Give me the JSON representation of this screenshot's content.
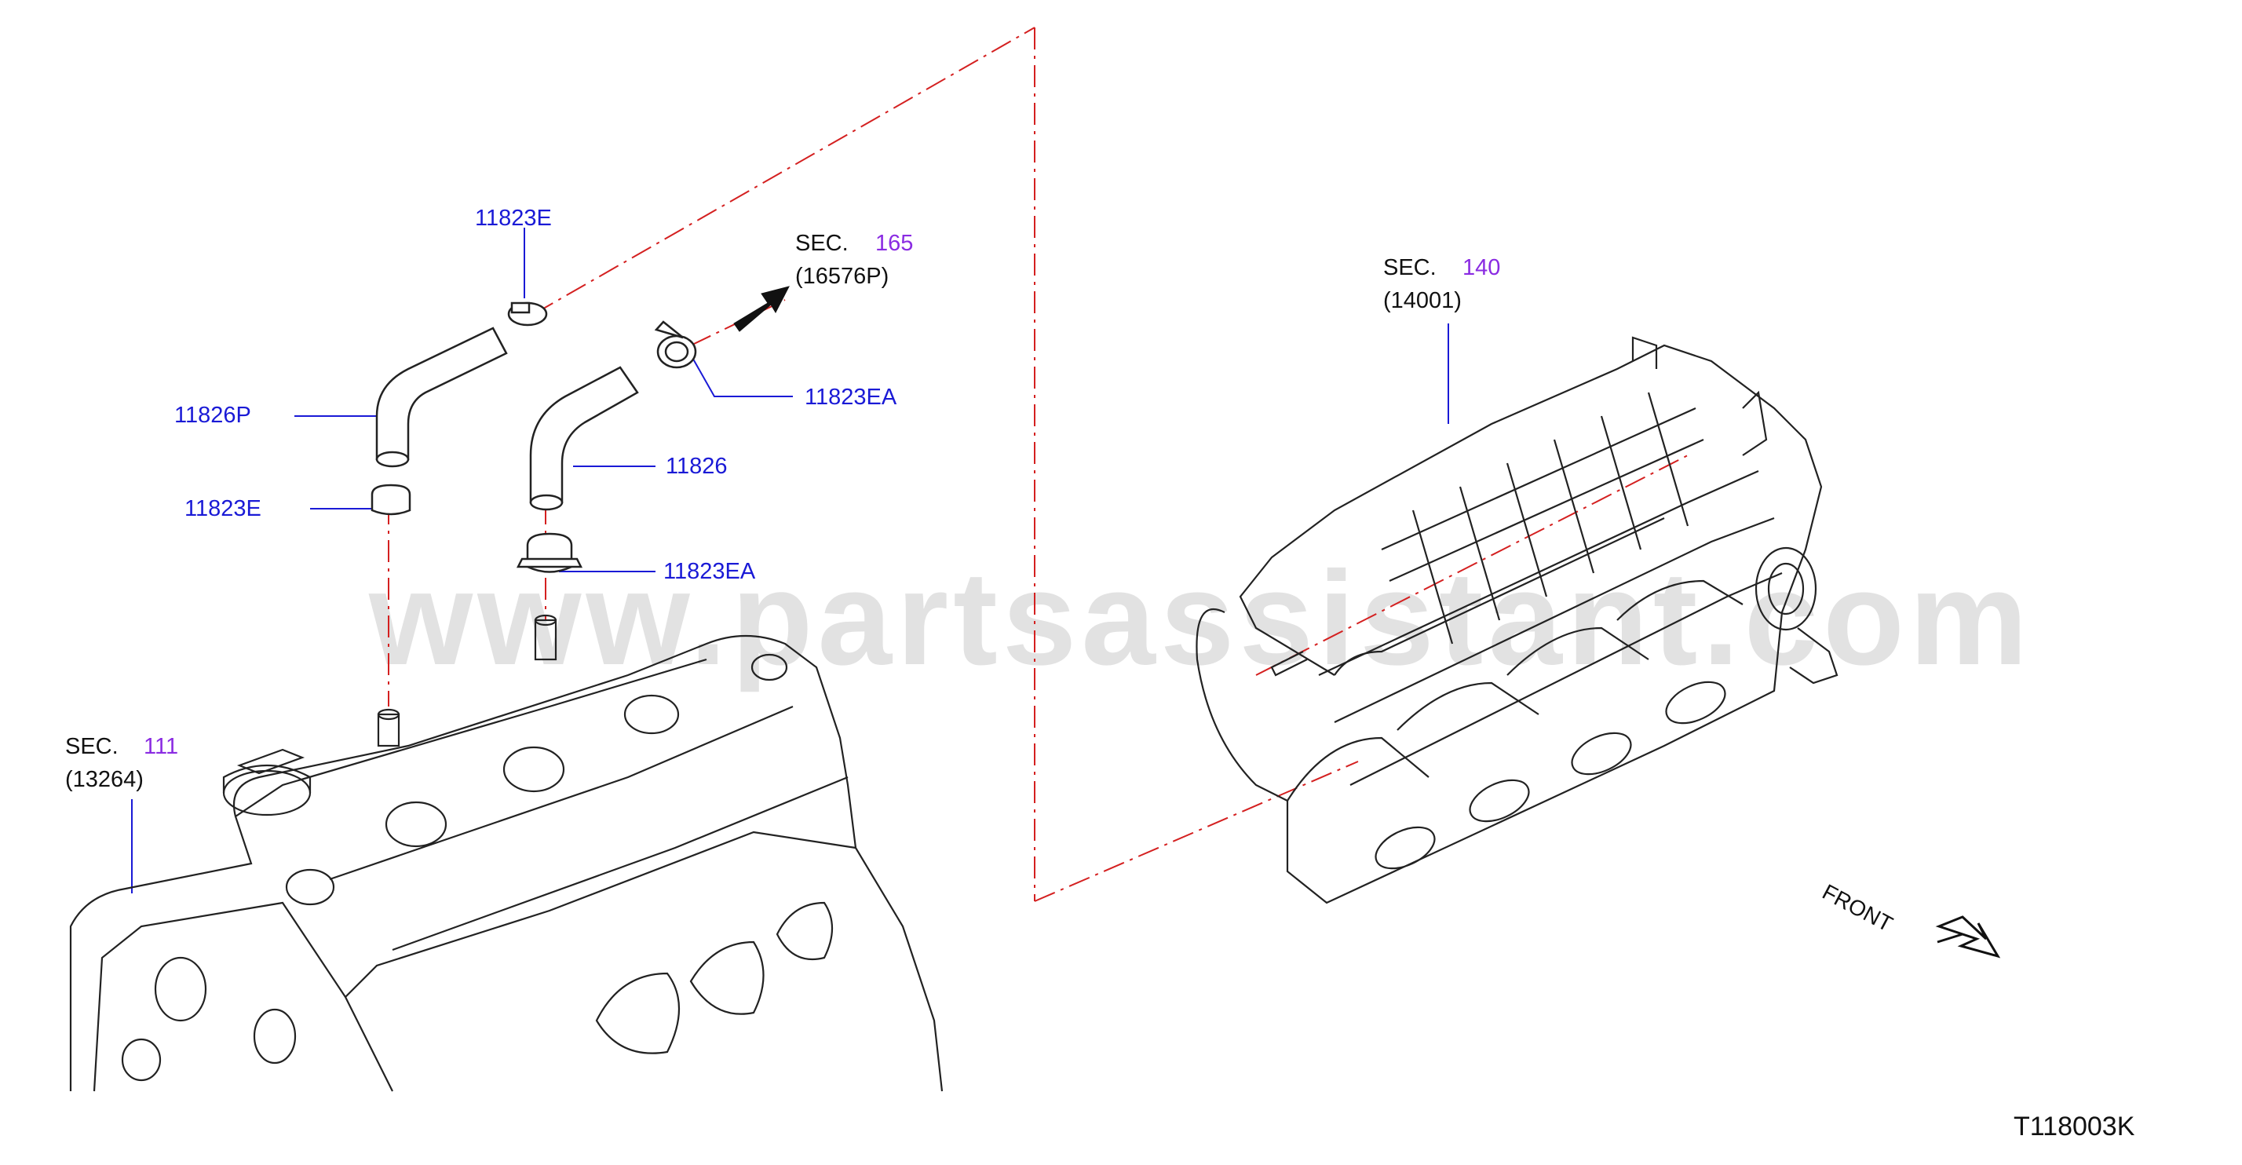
{
  "watermark": "www.partsassistant.com",
  "diagram_code": "T118003K",
  "front_label": "FRONT",
  "sections": [
    {
      "id": "sec-165",
      "prefix": "SEC.",
      "number": "165",
      "ref": "(16576P)"
    },
    {
      "id": "sec-140",
      "prefix": "SEC.",
      "number": "140",
      "ref": "(14001)"
    },
    {
      "id": "sec-111",
      "prefix": "SEC.",
      "number": "111",
      "ref": "(13264)"
    }
  ],
  "parts": [
    {
      "id": "clamp-top-left",
      "number": "11823E"
    },
    {
      "id": "hose-left",
      "number": "11826P"
    },
    {
      "id": "clamp-bottom-left",
      "number": "11823E"
    },
    {
      "id": "clamp-top-right",
      "number": "11823EA"
    },
    {
      "id": "hose-right",
      "number": "11826"
    },
    {
      "id": "clamp-bottom-right",
      "number": "11823EA"
    }
  ],
  "colors": {
    "part_number": "#1a1ad6",
    "section_number": "#8a2be2",
    "center_line": "#d42020",
    "leader_line": "#1a1ad6",
    "drawing": "#222222",
    "watermark": "#e2e2e2"
  }
}
